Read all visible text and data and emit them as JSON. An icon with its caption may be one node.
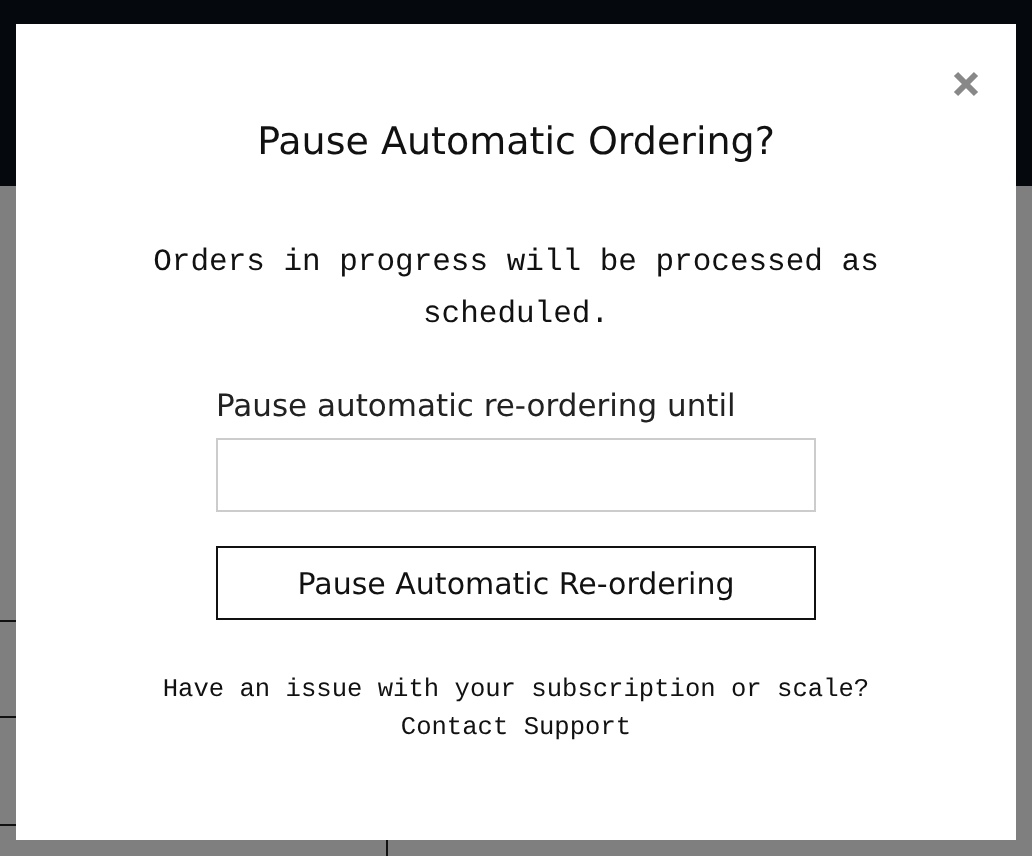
{
  "diagram": {
    "title": "Pause Automatic Ordering?",
    "nodes": [
      {
        "text": [],
        "shape": "box",
        "beside": [
          "Pause automatic re-ordering until"
        ]
      },
      {
        "text": [
          "Pause Automatic Re-ordering"
        ]
      }
    ],
    "edges": [],
    "labels": [
      "Orders in progress will be processed as scheduled.",
      "Have an issue with your subscription or scale?",
      "Contact Support"
    ]
  }
}
